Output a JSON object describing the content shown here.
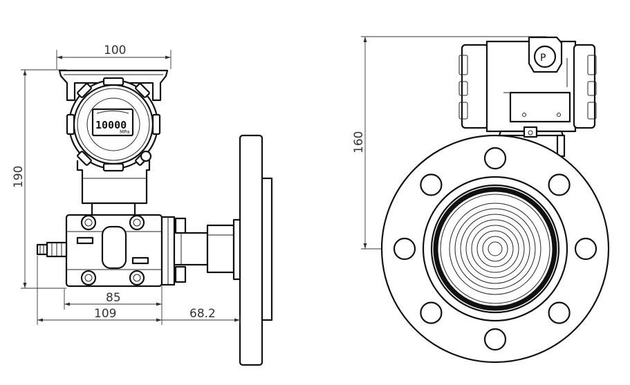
{
  "dimensions": {
    "width_top": "100",
    "height_left": "190",
    "body_width": "85",
    "total_width": "109",
    "flange_extension": "68.2",
    "height_right": "160"
  },
  "display": {
    "reading": "10000",
    "unit": "MPa"
  },
  "colors": {
    "line": "#111111",
    "dimension": "#333333",
    "background": "#ffffff"
  }
}
